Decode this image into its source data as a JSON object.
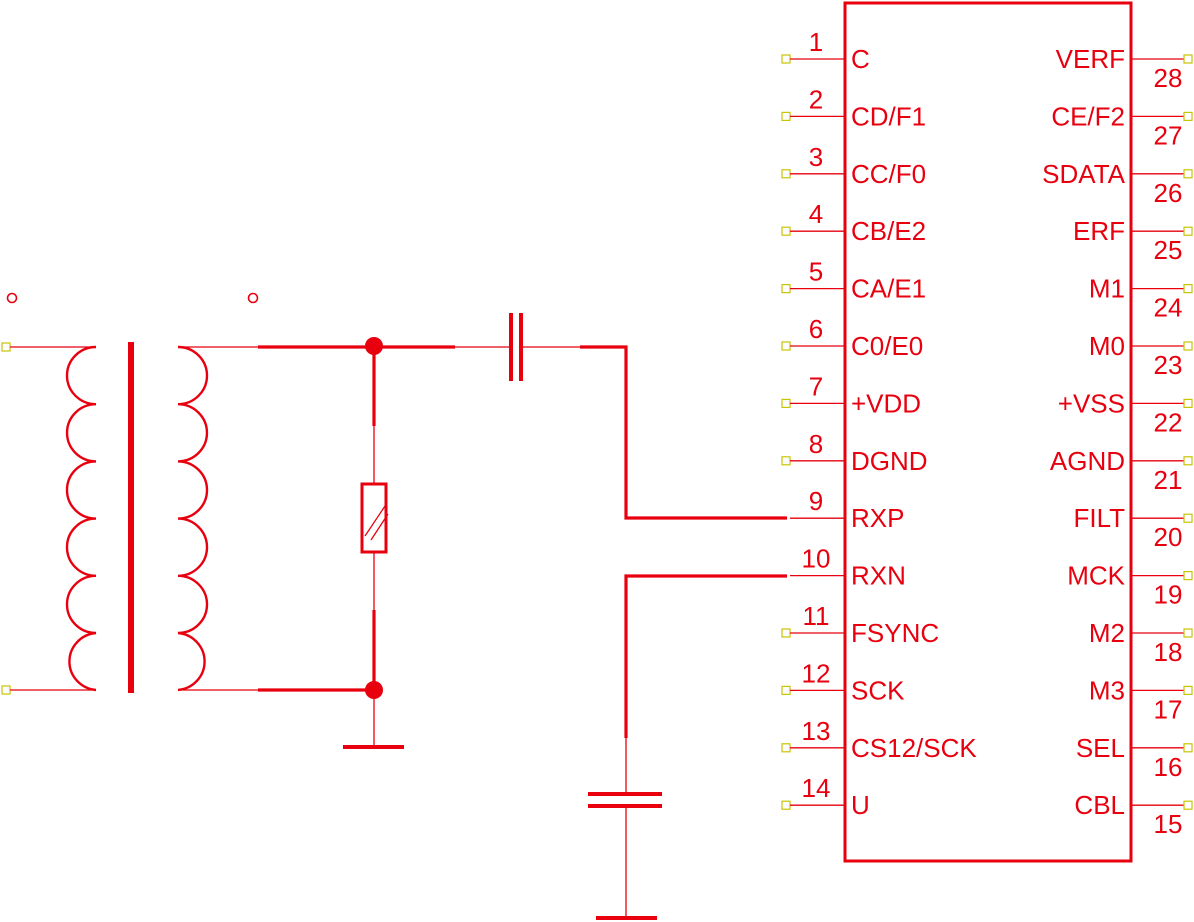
{
  "ic": {
    "left_pins": [
      {
        "num": "1",
        "name": "C"
      },
      {
        "num": "2",
        "name": "CD/F1"
      },
      {
        "num": "3",
        "name": "CC/F0"
      },
      {
        "num": "4",
        "name": "CB/E2"
      },
      {
        "num": "5",
        "name": "CA/E1"
      },
      {
        "num": "6",
        "name": "C0/E0"
      },
      {
        "num": "7",
        "name": "+VDD"
      },
      {
        "num": "8",
        "name": "DGND"
      },
      {
        "num": "9",
        "name": "RXP"
      },
      {
        "num": "10",
        "name": "RXN"
      },
      {
        "num": "11",
        "name": "FSYNC"
      },
      {
        "num": "12",
        "name": "SCK"
      },
      {
        "num": "13",
        "name": "CS12/SCK"
      },
      {
        "num": "14",
        "name": "U"
      }
    ],
    "right_pins": [
      {
        "num": "28",
        "name": "VERF"
      },
      {
        "num": "27",
        "name": "CE/F2"
      },
      {
        "num": "26",
        "name": "SDATA"
      },
      {
        "num": "25",
        "name": "ERF"
      },
      {
        "num": "24",
        "name": "M1"
      },
      {
        "num": "23",
        "name": "M0"
      },
      {
        "num": "22",
        "name": "+VSS"
      },
      {
        "num": "21",
        "name": "AGND"
      },
      {
        "num": "20",
        "name": "FILT"
      },
      {
        "num": "19",
        "name": "MCK"
      },
      {
        "num": "18",
        "name": "M2"
      },
      {
        "num": "17",
        "name": "M3"
      },
      {
        "num": "16",
        "name": "SEL"
      },
      {
        "num": "15",
        "name": "CBL"
      }
    ],
    "connected_left_pins": [
      "9",
      "10"
    ]
  },
  "components": [
    {
      "name": "transformer-symbol",
      "type": "transformer"
    },
    {
      "name": "coupling-capacitor-symbol",
      "type": "capacitor"
    },
    {
      "name": "varistor-symbol",
      "type": "varistor"
    },
    {
      "name": "filter-capacitor-symbol",
      "type": "capacitor"
    },
    {
      "name": "ground-symbol",
      "type": "ground"
    }
  ],
  "colors": {
    "line": "#e8000f",
    "terminal": "#c9c400",
    "background": "#ffffff"
  }
}
